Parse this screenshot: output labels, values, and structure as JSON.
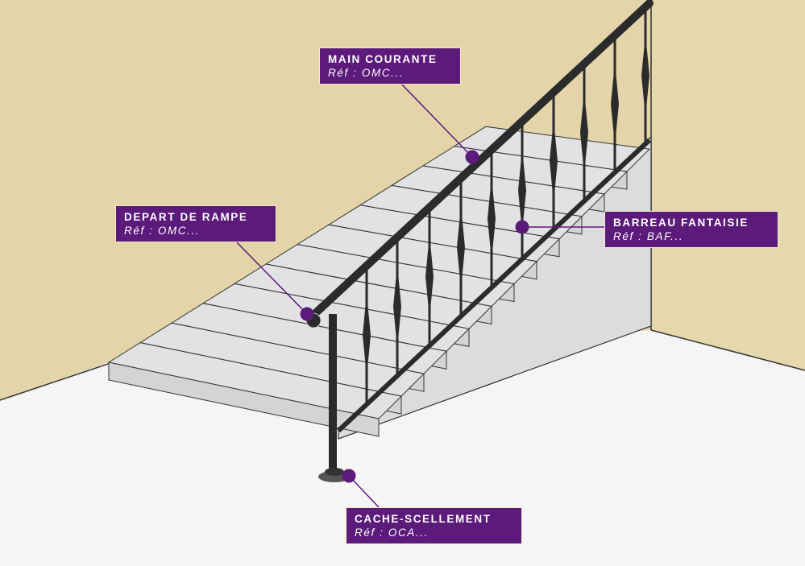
{
  "colors": {
    "wall": "#e3d5a9",
    "floor": "#f5f5f5",
    "step": "#d7d7d9",
    "accent": "#5c1a7a",
    "iron": "#2b2b2d"
  },
  "labels": [
    {
      "id": "main-courante",
      "title": "MAIN COURANTE",
      "ref": "Réf : OMC..."
    },
    {
      "id": "depart-de-rampe",
      "title": "DEPART DE RAMPE",
      "ref": "Réf : OMC..."
    },
    {
      "id": "barreau-fantaisie",
      "title": "BARREAU FANTAISIE",
      "ref": "Réf : BAF..."
    },
    {
      "id": "cache-scellement",
      "title": "CACHE-SCELLEMENT",
      "ref": "Réf : OCA..."
    }
  ]
}
